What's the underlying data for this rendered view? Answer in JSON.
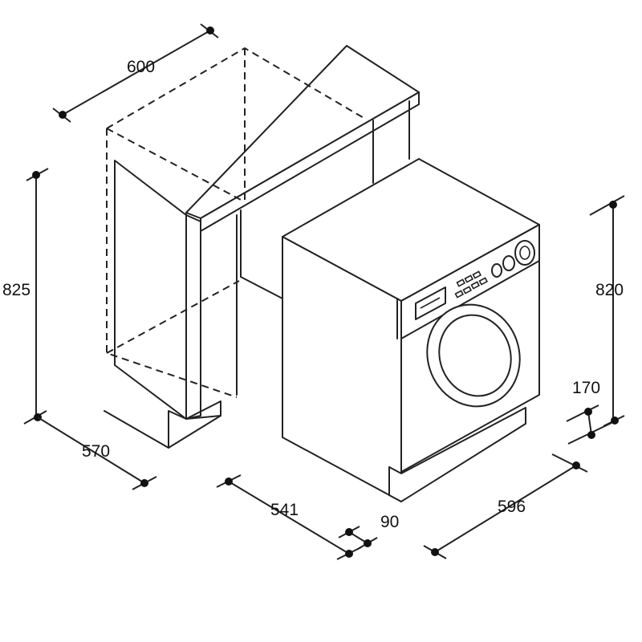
{
  "dimensions": {
    "cabinet_width": "600",
    "cabinet_height": "825",
    "cabinet_depth": "570",
    "machine_depth": "541",
    "door_offset": "90",
    "machine_width": "596",
    "machine_height": "820",
    "plinth_height": "170"
  },
  "colors": {
    "line": "#222222",
    "background": "#ffffff"
  }
}
